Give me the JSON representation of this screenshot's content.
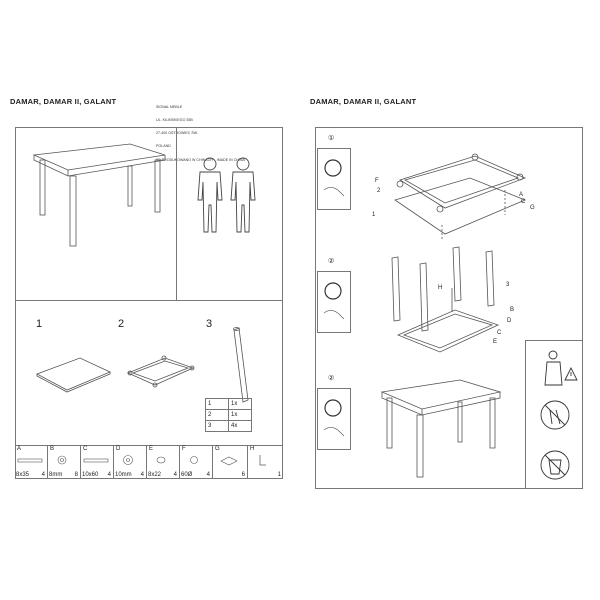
{
  "left_page": {
    "title": "DAMAR, DAMAR II, GALANT",
    "address": [
      "SIGNAL MEBLE",
      "UL. KILIŃSKIEGO 35B",
      "27-400 OSTROWIEC ŚW.",
      "POLAND",
      "WYPRODUKOWANO W CHINACH    /MADE IN CHINA"
    ],
    "parts_labels": [
      "1",
      "2",
      "3"
    ],
    "quantities": [
      {
        "part": "1",
        "qty": "1x"
      },
      {
        "part": "2",
        "qty": "1x"
      },
      {
        "part": "3",
        "qty": "4x"
      }
    ],
    "hardware": [
      {
        "letter": "A",
        "label": "8x35",
        "count": "4"
      },
      {
        "letter": "B",
        "label": "8mm",
        "count": "8"
      },
      {
        "letter": "C",
        "label": "10x60",
        "count": "4"
      },
      {
        "letter": "D",
        "label": "10mm",
        "count": "4"
      },
      {
        "letter": "E",
        "label": "8x22",
        "count": "4"
      },
      {
        "letter": "F",
        "label": "60Ø",
        "count": "4"
      },
      {
        "letter": "G",
        "label": "",
        "count": "6"
      },
      {
        "letter": "H",
        "label": "",
        "count": "1"
      }
    ]
  },
  "right_page": {
    "title": "DAMAR, DAMAR II, GALANT",
    "steps": [
      "①",
      "②",
      "②"
    ],
    "callouts_step1": [
      "F",
      "2",
      "1",
      "A",
      "C",
      "G"
    ],
    "callouts_step2": [
      "H",
      "3",
      "B",
      "D",
      "C",
      "E"
    ]
  }
}
